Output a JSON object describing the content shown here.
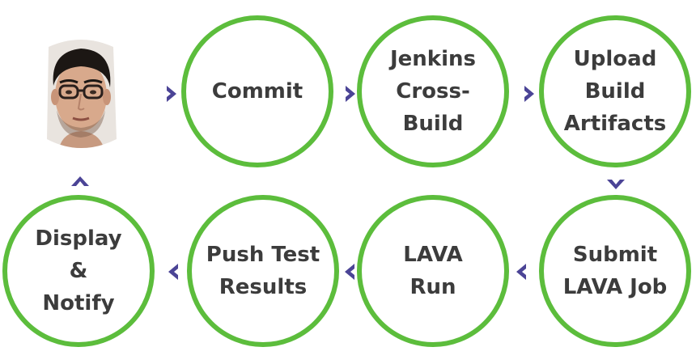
{
  "colors": {
    "circle_stroke": "#5cbd3c",
    "arrow_fill": "#4b4496",
    "label_text": "#3c3c3c"
  },
  "avatar": {
    "icon": "person-portrait-icon"
  },
  "steps": [
    {
      "lines": [
        "Commit"
      ]
    },
    {
      "lines": [
        "Jenkins",
        "Cross-",
        "Build"
      ]
    },
    {
      "lines": [
        "Upload",
        "Build",
        "Artifacts"
      ]
    },
    {
      "lines": [
        "Submit",
        "LAVA Job"
      ]
    },
    {
      "lines": [
        "LAVA",
        "Run"
      ]
    },
    {
      "lines": [
        "Push Test",
        "Results"
      ]
    },
    {
      "lines": [
        "Display",
        "&",
        "Notify"
      ]
    }
  ],
  "connectors": [
    {
      "icon": "chevron-right-icon"
    },
    {
      "icon": "chevron-right-icon"
    },
    {
      "icon": "chevron-right-icon"
    },
    {
      "icon": "chevron-down-icon"
    },
    {
      "icon": "chevron-left-icon"
    },
    {
      "icon": "chevron-left-icon"
    },
    {
      "icon": "chevron-left-icon"
    },
    {
      "icon": "chevron-up-icon"
    }
  ]
}
